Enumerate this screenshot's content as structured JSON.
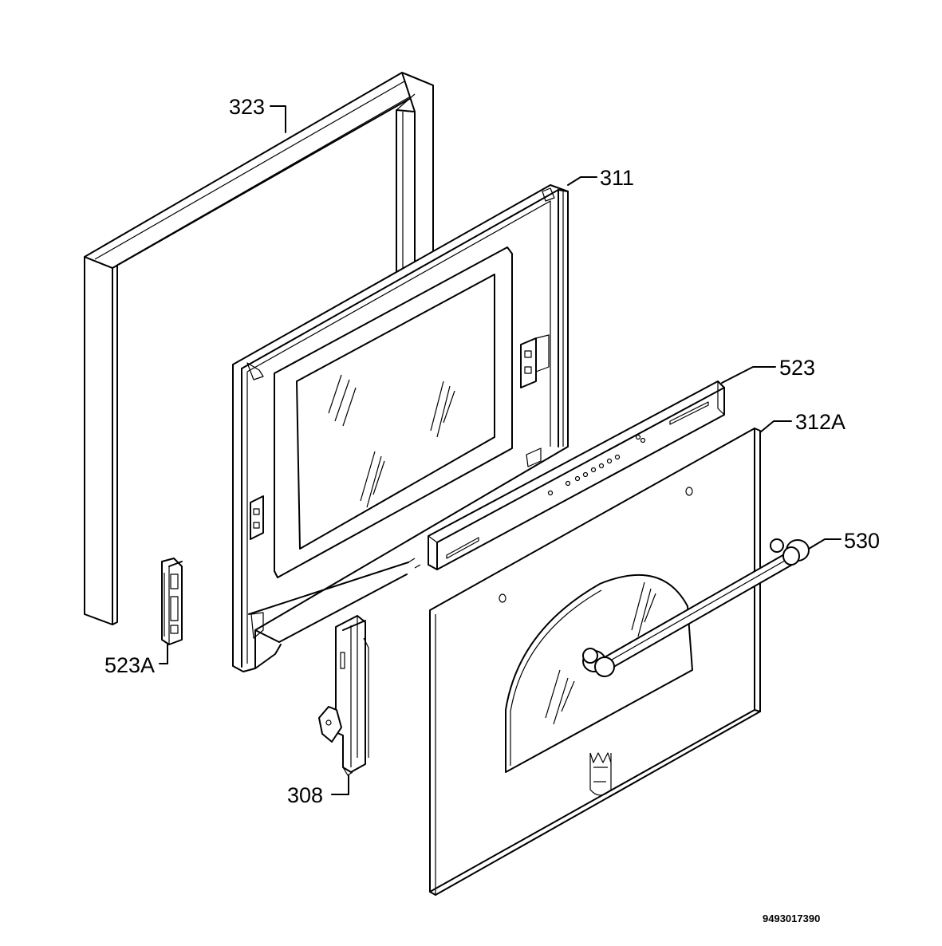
{
  "callouts": {
    "c323": "323",
    "c311": "311",
    "c523": "523",
    "c312a": "312A",
    "c530": "530",
    "c523a": "523A",
    "c308": "308"
  },
  "drawing_code": "9493017390"
}
